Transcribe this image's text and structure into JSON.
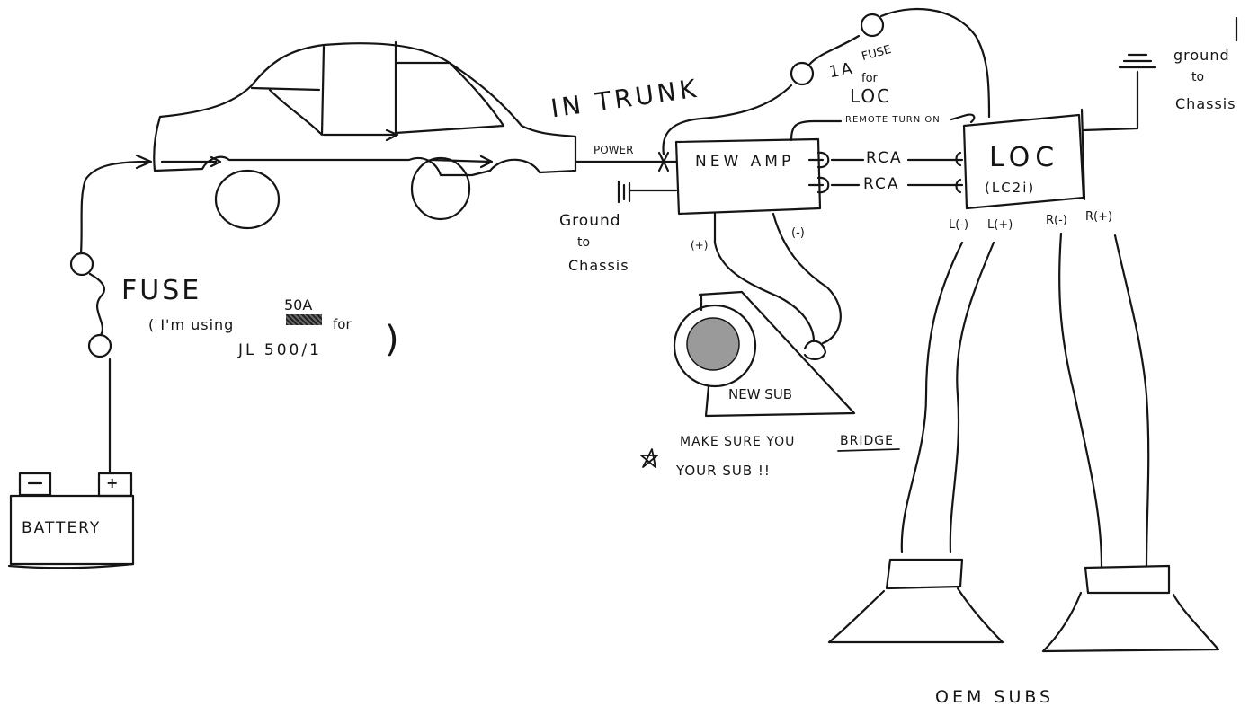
{
  "diagram": {
    "title": "Amplifier / LOC wiring sketch",
    "colors": {
      "ink": "#151515",
      "paper": "#ffffff"
    },
    "labels": {
      "in_trunk": "IN TRUNK",
      "power": "POWER",
      "new_amp": "NEW AMP",
      "rca_1": "RCA",
      "rca_2": "RCA",
      "remote_turn_on": "REMOTE TURN ON",
      "loc": "LOC",
      "loc_model": "(LC2i)",
      "loc_fuse_line1": "1A",
      "loc_fuse_line2": "FUSE",
      "loc_fuse_line3": "for",
      "loc_fuse_line4": "LOC",
      "ground_right_1": "ground",
      "ground_right_2": "to",
      "ground_right_3": "Chassis",
      "ground_amp_1": "Ground",
      "ground_amp_2": "to",
      "ground_amp_3": "Chassis",
      "amp_plus": "(+)",
      "amp_minus": "(-)",
      "fuse": "FUSE",
      "fuse_note_1": "( I'm using",
      "fuse_note_amp": "50A",
      "fuse_note_2": "for",
      "fuse_note_3": "JL 500/1",
      "fuse_note_close": ")",
      "new_sub": "NEW SUB",
      "bridge_note_1": "MAKE SURE YOU",
      "bridge_note_bridge": "BRIDGE",
      "bridge_note_2": "YOUR SUB !!",
      "battery": "BATTERY",
      "battery_neg": "−",
      "battery_pos": "+",
      "l_neg": "L(-)",
      "l_pos": "L(+)",
      "r_neg": "R(-)",
      "r_pos": "R(+)",
      "oem_subs": "OEM SUBS"
    }
  }
}
